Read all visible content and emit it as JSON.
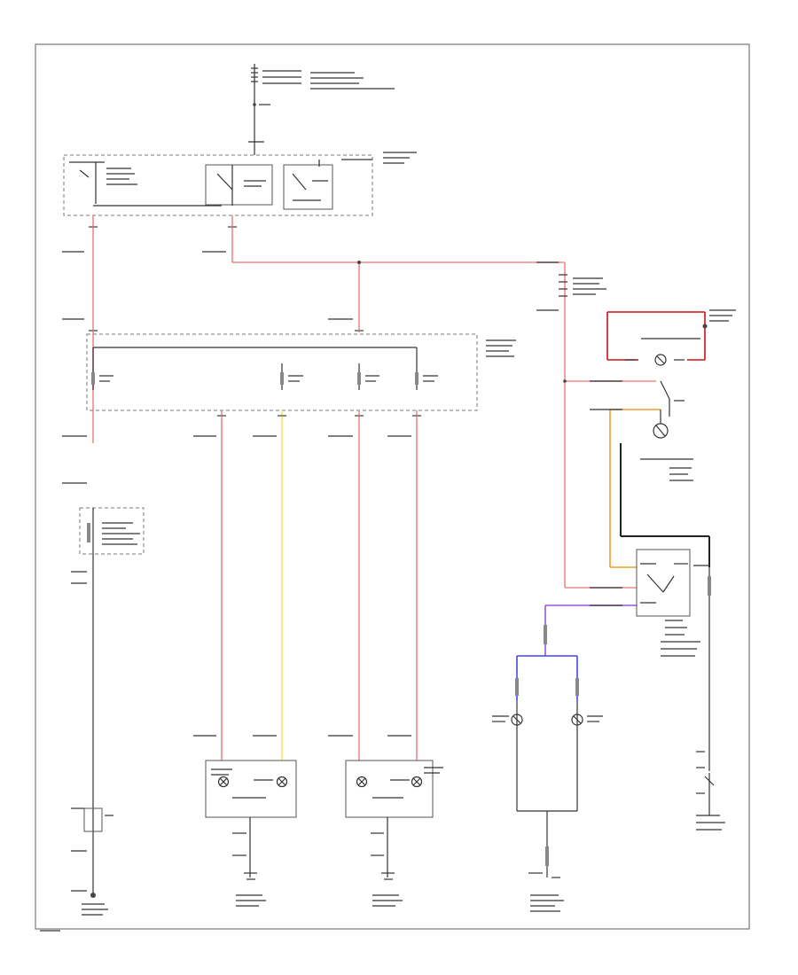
{
  "diagram": {
    "footer_code": "",
    "components": {
      "fuse_box_top": {
        "name": "",
        "note": ""
      },
      "combination_switch": {
        "name": ""
      },
      "fuse_junction": {
        "name": ""
      },
      "flasher_relay": {
        "name": ""
      },
      "left_headlight": {
        "name": ""
      },
      "right_headlight": {
        "name": ""
      },
      "indicator_lamps": {
        "name": ""
      },
      "fog_relay": {
        "name": ""
      }
    },
    "grounds": [
      {
        "id": "G1",
        "label": ""
      },
      {
        "id": "G2",
        "label": ""
      },
      {
        "id": "G3",
        "label": ""
      },
      {
        "id": "G4",
        "label": ""
      },
      {
        "id": "G5",
        "label": ""
      }
    ],
    "wires": [
      {
        "id": "w1",
        "color_label": "",
        "color": "#f08a8a"
      },
      {
        "id": "w2",
        "color_label": "",
        "color": "#eded72"
      },
      {
        "id": "w3",
        "color_label": "",
        "color": "#d01010"
      },
      {
        "id": "w4",
        "color_label": "",
        "color": "#f0a030"
      },
      {
        "id": "w5",
        "color_label": "",
        "color": "#4444ee"
      },
      {
        "id": "w6",
        "color_label": "",
        "color": "#9a55dd"
      }
    ]
  }
}
